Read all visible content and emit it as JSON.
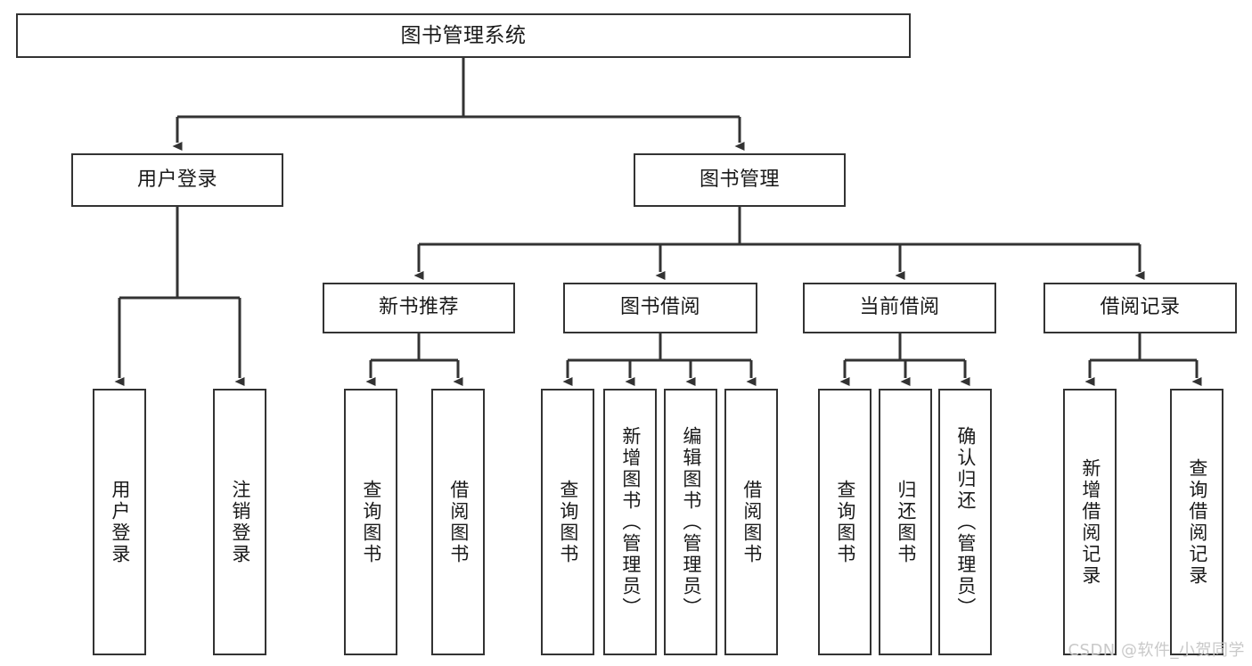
{
  "diagram": {
    "title": "图书管理系统",
    "type": "tree",
    "watermark": "CSDN @软件_小贺同学",
    "colors": {
      "node_border": "#333333",
      "node_fill": "#ffffff",
      "edge": "#333333",
      "text": "#1a1a1a",
      "watermark": "#c9c9c9",
      "background": "#ffffff"
    },
    "nodes": {
      "root": {
        "label": "图书管理系统"
      },
      "branches": [
        {
          "id": "user-login",
          "label": "用户登录"
        },
        {
          "id": "book-manage",
          "label": "图书管理"
        }
      ],
      "groups": [
        {
          "id": "new-book-recommend",
          "label": "新书推荐"
        },
        {
          "id": "book-borrow",
          "label": "图书借阅"
        },
        {
          "id": "current-borrow",
          "label": "当前借阅"
        },
        {
          "id": "borrow-record",
          "label": "借阅记录"
        }
      ],
      "leaves": {
        "user_login": [
          {
            "id": "leaf-user-login",
            "label": "用户登录"
          },
          {
            "id": "leaf-logout-login",
            "label": "注销登录"
          }
        ],
        "new_book_recommend": [
          {
            "id": "leaf-query-book-1",
            "label": "查询图书"
          },
          {
            "id": "leaf-borrow-book-1",
            "label": "借阅图书"
          }
        ],
        "book_borrow": [
          {
            "id": "leaf-query-book-2",
            "label": "查询图书"
          },
          {
            "id": "leaf-add-book",
            "label": "新增图书（管理员）"
          },
          {
            "id": "leaf-edit-book",
            "label": "编辑图书（管理员）"
          },
          {
            "id": "leaf-borrow-book-2",
            "label": "借阅图书"
          }
        ],
        "current_borrow": [
          {
            "id": "leaf-query-book-3",
            "label": "查询图书"
          },
          {
            "id": "leaf-return-book",
            "label": "归还图书"
          },
          {
            "id": "leaf-confirm-return",
            "label": "确认归还（管理员）"
          }
        ],
        "borrow_record": [
          {
            "id": "leaf-add-record",
            "label": "新增借阅记录"
          },
          {
            "id": "leaf-query-record",
            "label": "查询借阅记录"
          }
        ]
      }
    }
  }
}
